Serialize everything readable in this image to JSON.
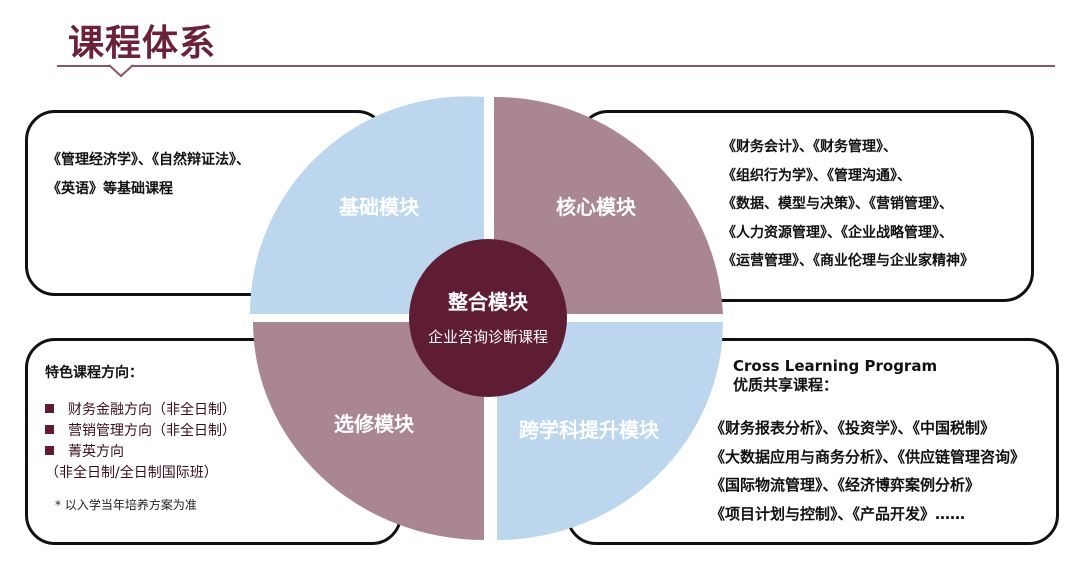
{
  "title": "课程体系",
  "colors": {
    "accent": "#6a2238",
    "blue": "#bcd6ee",
    "mauve": "#a98691",
    "center": "#5f1d33"
  },
  "modules": {
    "foundation": {
      "label": "基础模块",
      "courses": [
        "《管理经济学》、《自然辩证法》、",
        "《英语》等基础课程"
      ]
    },
    "core": {
      "label": "核心模块",
      "courses": [
        "《财务会计》、《财务管理》、",
        "《组织行为学》、《管理沟通》、",
        "《数据、模型与决策》、《营销管理》、",
        "《人力资源管理》、《企业战略管理》、",
        "《运营管理》、《商业伦理与企业家精神》"
      ]
    },
    "elective": {
      "label": "选修模块",
      "heading": "特色课程方向：",
      "directions": [
        "财务金融方向（非全日制）",
        "营销管理方向（非全日制）",
        "菁英方向"
      ],
      "direction_note": "（非全日制/全日制国际班）",
      "footnote": "* 以入学当年培养方案为准"
    },
    "cross": {
      "label": "跨学科提升模块",
      "heading_en": "Cross Learning Program",
      "heading_cn": "优质共享课程：",
      "courses": [
        "《财务报表分析》、《投资学》、《中国税制》",
        "《大数据应用与商务分析》、《供应链管理咨询》",
        "《国际物流管理》、《经济博弈案例分析》",
        "《项目计划与控制》、《产品开发》……"
      ]
    },
    "integration": {
      "label": "整合模块",
      "sublabel": "企业咨询诊断课程"
    }
  }
}
